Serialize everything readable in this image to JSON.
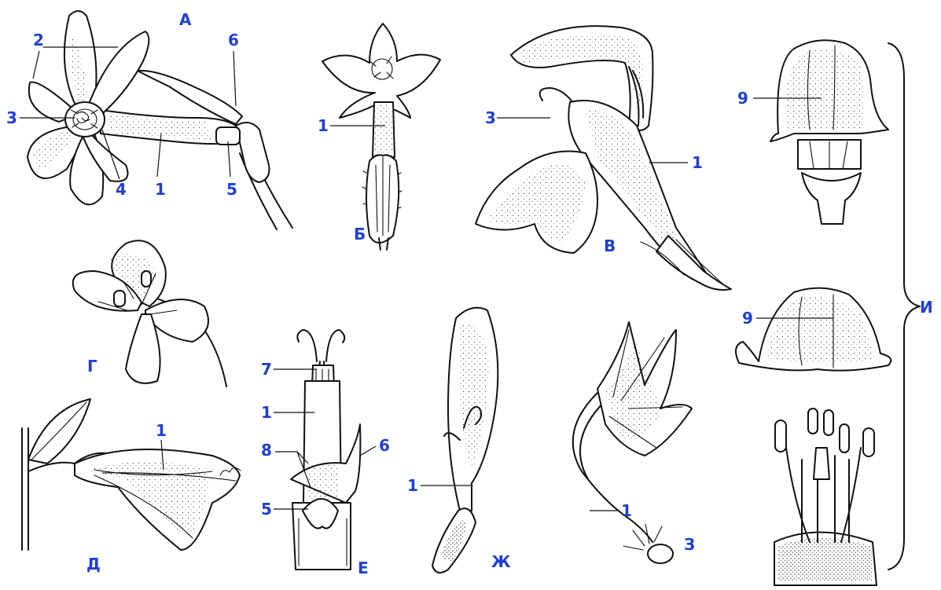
{
  "figures": {
    "A": "А",
    "B": "Б",
    "V": "В",
    "G": "Г",
    "D": "Д",
    "E": "Е",
    "Zh": "Ж",
    "Z": "З",
    "I": "И"
  },
  "numbers": {
    "n1": "1",
    "n2": "2",
    "n3": "3",
    "n4": "4",
    "n5": "5",
    "n6": "6",
    "n7": "7",
    "n8": "8",
    "n9": "9"
  },
  "colors": {
    "label": "#1f3fd6",
    "ink": "#111111",
    "background": "#ffffff"
  }
}
